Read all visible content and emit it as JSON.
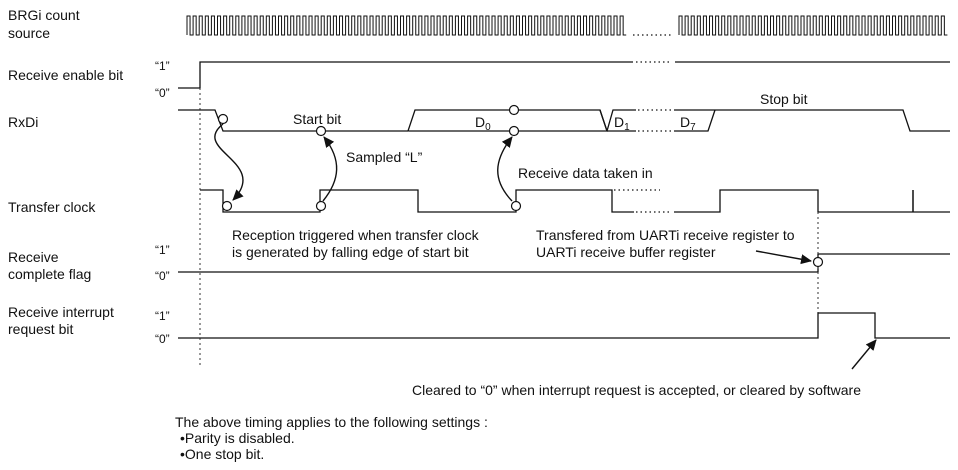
{
  "signals": {
    "count_source": [
      "BRGi count",
      "source"
    ],
    "receive_enable": "Receive enable bit",
    "rxd": "RxDi",
    "transfer_clock": "Transfer clock",
    "receive_complete": [
      "Receive",
      "complete flag"
    ],
    "interrupt_request": [
      "Receive interrupt",
      "request bit"
    ]
  },
  "levels": {
    "high": "“1”",
    "low": "“0”"
  },
  "bits": {
    "start": "Start bit",
    "stop": "Stop bit",
    "d0": {
      "main": "D",
      "sub": "0"
    },
    "d1": {
      "main": "D",
      "sub": "1"
    },
    "d7": {
      "main": "D",
      "sub": "7"
    }
  },
  "annotations": {
    "sampled": "Sampled “L”",
    "receive_data": "Receive data taken in",
    "reception_triggered": [
      "Reception triggered when transfer clock",
      "is generated by falling edge of start bit"
    ],
    "transferred": [
      "Transfered from UARTi receive register to",
      "UARTi receive buffer register"
    ],
    "cleared": "Cleared to “0” when interrupt request is accepted, or cleared by software"
  },
  "notes": {
    "heading": "The above timing applies to the following settings :",
    "items": [
      "•Parity is disabled.",
      "•One stop bit."
    ]
  }
}
